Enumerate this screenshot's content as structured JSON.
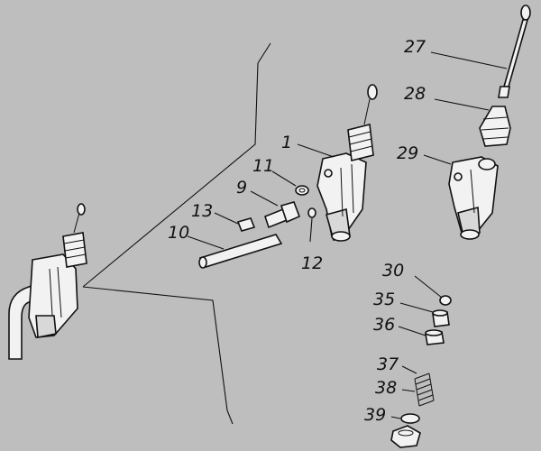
{
  "callouts": [
    {
      "id": "c1",
      "text": "1"
    },
    {
      "id": "c9",
      "text": "9"
    },
    {
      "id": "c10",
      "text": "10"
    },
    {
      "id": "c11",
      "text": "11"
    },
    {
      "id": "c12",
      "text": "12"
    },
    {
      "id": "c13",
      "text": "13"
    },
    {
      "id": "c27",
      "text": "27"
    },
    {
      "id": "c28",
      "text": "28"
    },
    {
      "id": "c29",
      "text": "29"
    },
    {
      "id": "c30",
      "text": "30"
    },
    {
      "id": "c35",
      "text": "35"
    },
    {
      "id": "c36",
      "text": "36"
    },
    {
      "id": "c37",
      "text": "37"
    },
    {
      "id": "c38",
      "text": "38"
    },
    {
      "id": "c39",
      "text": "39"
    }
  ]
}
